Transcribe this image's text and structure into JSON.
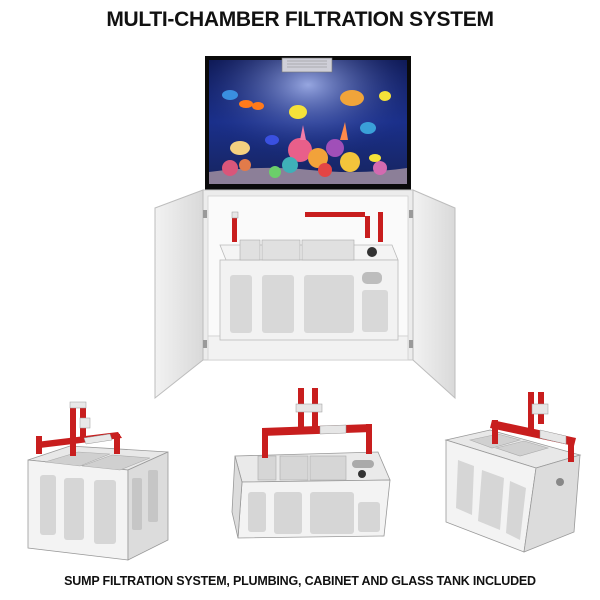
{
  "header": {
    "title": "MULTI-CHAMBER  FILTRATION SYSTEM"
  },
  "footer": {
    "caption": "SUMP FILTRATION SYSTEM, PLUMBING, CABINET AND GLASS TANK INCLUDED"
  },
  "colors": {
    "accent": "#c81e1e",
    "cabinet": "#e6e6e6",
    "water": "#1a2a6e",
    "sump": "#f0f0f0"
  },
  "views": [
    {
      "id": "sump-left-angle"
    },
    {
      "id": "sump-front"
    },
    {
      "id": "sump-right-angle"
    }
  ]
}
